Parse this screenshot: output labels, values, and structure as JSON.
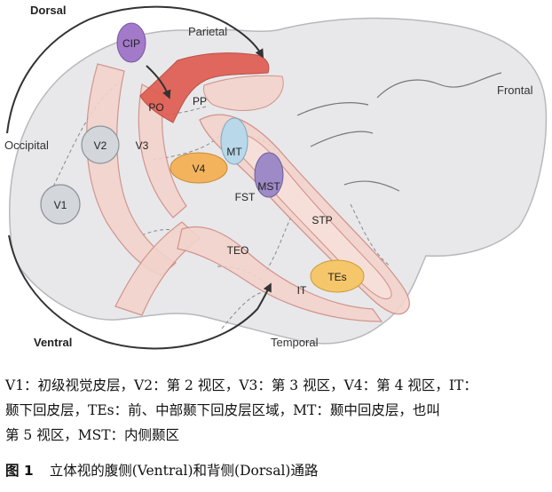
{
  "diagram": {
    "direction_labels": {
      "dorsal": "Dorsal",
      "ventral": "Ventral"
    },
    "lobe_labels": {
      "occipital": "Occipital",
      "parietal": "Parietal",
      "frontal": "Frontal",
      "temporal": "Temporal"
    },
    "areas": {
      "cip": "CIP",
      "po": "PO",
      "pp": "PP",
      "v1": "V1",
      "v2": "V2",
      "v3": "V3",
      "v4": "V4",
      "mt": "MT",
      "mst": "MST",
      "fst": "FST",
      "stp": "STP",
      "teo": "TEO",
      "it": "IT",
      "tes": "TEs"
    },
    "colors": {
      "brain_fill": "#e8e8ea",
      "pathway_fill": "#f3d3cc",
      "pathway_stroke": "#cf8c84",
      "po_fill": "#e05a4e",
      "cip_fill": "#a27ac9",
      "v4_fill": "#f3b35c",
      "tes_fill": "#f5c66a",
      "mt_fill": "#b9d8ea",
      "mst_fill": "#9d8ac7",
      "v1v2_fill": "#d3d7dc",
      "arrow": "#333333"
    }
  },
  "caption": {
    "line_1": "V1：初级视觉皮层，V2：第 2 视区，V3：第 3 视区，V4：第 4 视区，IT：",
    "line_2": "颞下回皮层，TEs：前、中部颞下回皮层区域，MT：颞中回皮层，也叫",
    "line_3": "第 5 视区，MST：内侧颞区",
    "figure_number": "图 1",
    "figure_title": "立体视的腹侧(Ventral)和背侧(Dorsal)通路"
  }
}
